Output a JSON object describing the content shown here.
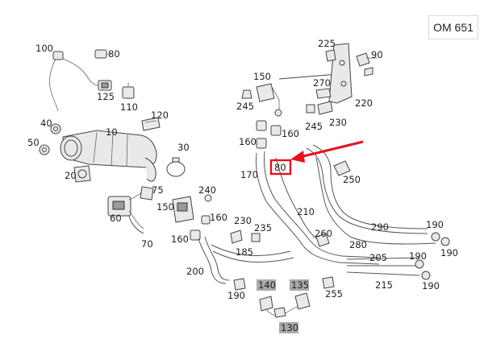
{
  "engine_code": "OM 651",
  "colors": {
    "highlight_box": "#e8101a",
    "arrow": "#e8101a",
    "gray_tag": "#a9a9a9"
  },
  "callouts": {
    "p10": "10",
    "p20": "20",
    "p30": "30",
    "p40": "40",
    "p50": "50",
    "p60": "60",
    "p70": "70",
    "p75": "75",
    "p80_top": "80",
    "p80_hi": "80",
    "p90": "90",
    "p100": "100",
    "p110": "110",
    "p120": "120",
    "p125": "125",
    "p130": "130",
    "p135": "135",
    "p140": "140",
    "p150_top": "150",
    "p150_mid": "150",
    "p160_a": "160",
    "p160_b": "160",
    "p160_c": "160",
    "p160_d": "160",
    "p170": "170",
    "p185": "185",
    "p190_a": "190",
    "p190_b": "190",
    "p190_c": "190",
    "p190_d": "190",
    "p190_e": "190",
    "p200": "200",
    "p205": "205",
    "p210": "210",
    "p215": "215",
    "p220": "220",
    "p225": "225",
    "p230_a": "230",
    "p230_b": "230",
    "p235": "235",
    "p240": "240",
    "p245_a": "245",
    "p245_b": "245",
    "p250": "250",
    "p255": "255",
    "p260": "260",
    "p270": "270",
    "p280": "280",
    "p290": "290"
  }
}
